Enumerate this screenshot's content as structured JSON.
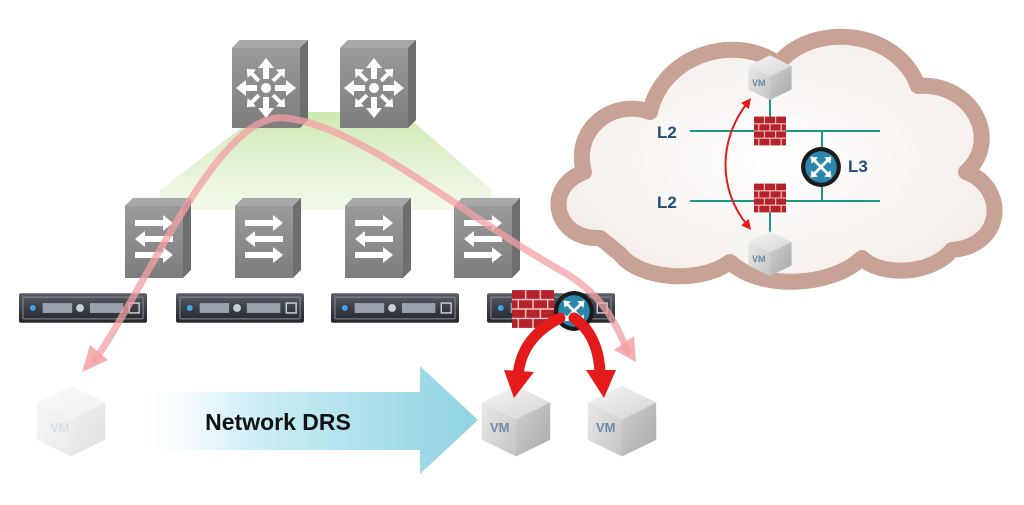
{
  "diagram": {
    "arrow_label": "Network DRS",
    "vm_label": "VM",
    "cloud": {
      "layer2_top": "L2",
      "layer2_bottom": "L2",
      "layer3": "L3"
    }
  },
  "colors": {
    "device_gray": "#8a8a8a",
    "device_dark": "#6f6f6f",
    "router_blue": "#1e6f8e",
    "firewall_red": "#c0282b",
    "arrow_red": "#e31b1b",
    "path_pink": "#f4a3a5",
    "cyan_arrow": "#a7dfe9",
    "cloud_fill": "#efe7e2",
    "cloud_border": "#c7a194",
    "network_line": "#1a9a84",
    "label_blue": "#1f4e79"
  },
  "icons": {
    "core_router": "core-router-icon",
    "switch": "switch-icon",
    "server": "server-icon",
    "vm": "vm-cube-icon",
    "firewall": "firewall-icon",
    "router": "router-icon"
  }
}
